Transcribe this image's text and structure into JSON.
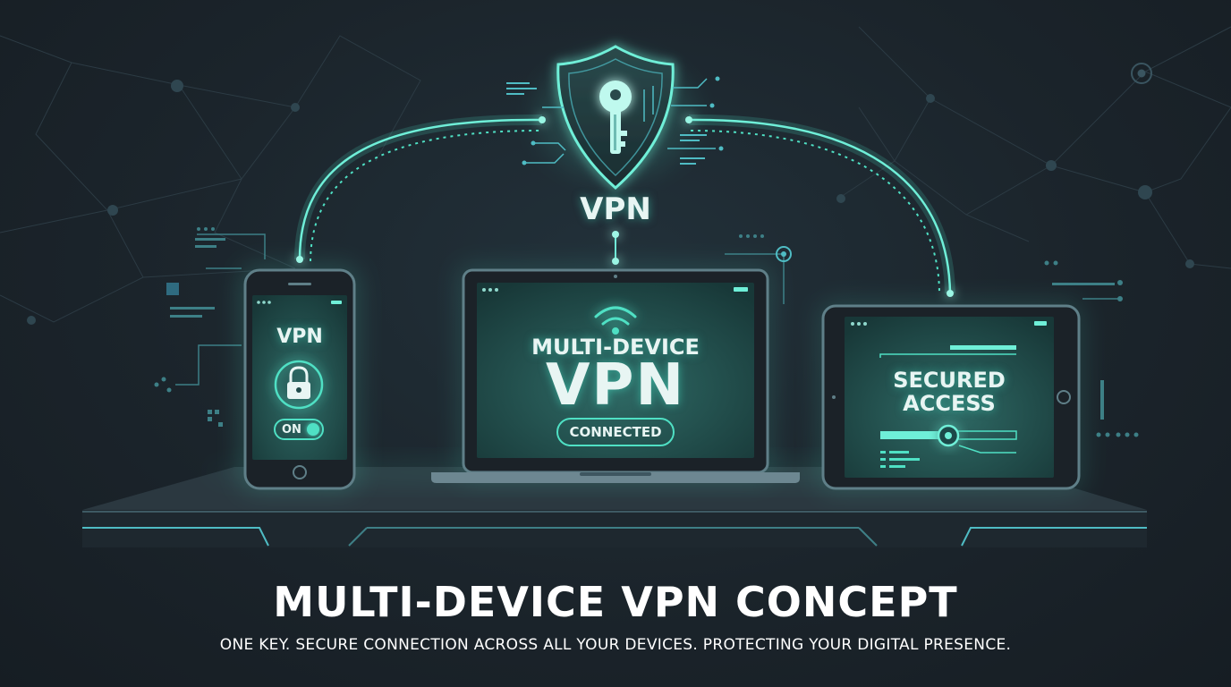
{
  "hub": {
    "label": "VPN",
    "icon": "shield-key-icon"
  },
  "phone": {
    "title": "VPN",
    "lock_icon": "padlock-icon",
    "toggle_label": "ON"
  },
  "laptop": {
    "title_line1": "MULTI-DEVICE",
    "title_line2": "VPN",
    "wifi_icon": "wifi-icon",
    "status": "CONNECTED"
  },
  "tablet": {
    "title_line1": "SECURED",
    "title_line2": "ACCESS"
  },
  "headline": "MULTI-DEVICE VPN CONCEPT",
  "subline": "ONE KEY. SECURE CONNECTION ACROSS ALL YOUR DEVICES. PROTECTING YOUR DIGITAL PRESENCE.",
  "colors": {
    "background": "#1b242b",
    "accent": "#4fe0c4",
    "screen": "#1f4a4a",
    "text": "#e8f5f3"
  }
}
